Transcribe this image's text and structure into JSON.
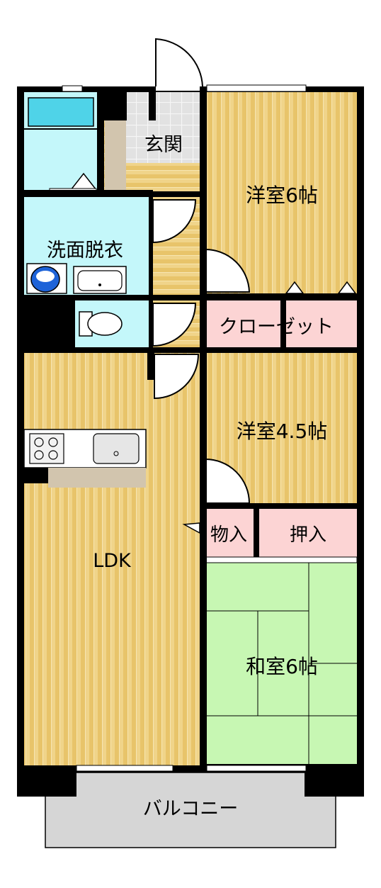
{
  "rooms": {
    "entrance": "玄関",
    "western_6": "洋室6帖",
    "washroom": "洗面脱衣",
    "closet": "クローゼット",
    "western_45": "洋室4.5帖",
    "storage": "物入",
    "oshiire": "押入",
    "ldk": "LDK",
    "japanese_6": "和室6帖",
    "balcony": "バルコニー"
  },
  "colors": {
    "wood_floor": "#e8c46a",
    "wood_stripe": "#f3de98",
    "bath_blue": "#c4f7fa",
    "tatami_green": "#c7f7b3",
    "closet_pink": "#fcd4d4",
    "balcony_gray": "#d6d6d6",
    "counter_tan": "#d2c5ae",
    "wall": "#000000"
  }
}
